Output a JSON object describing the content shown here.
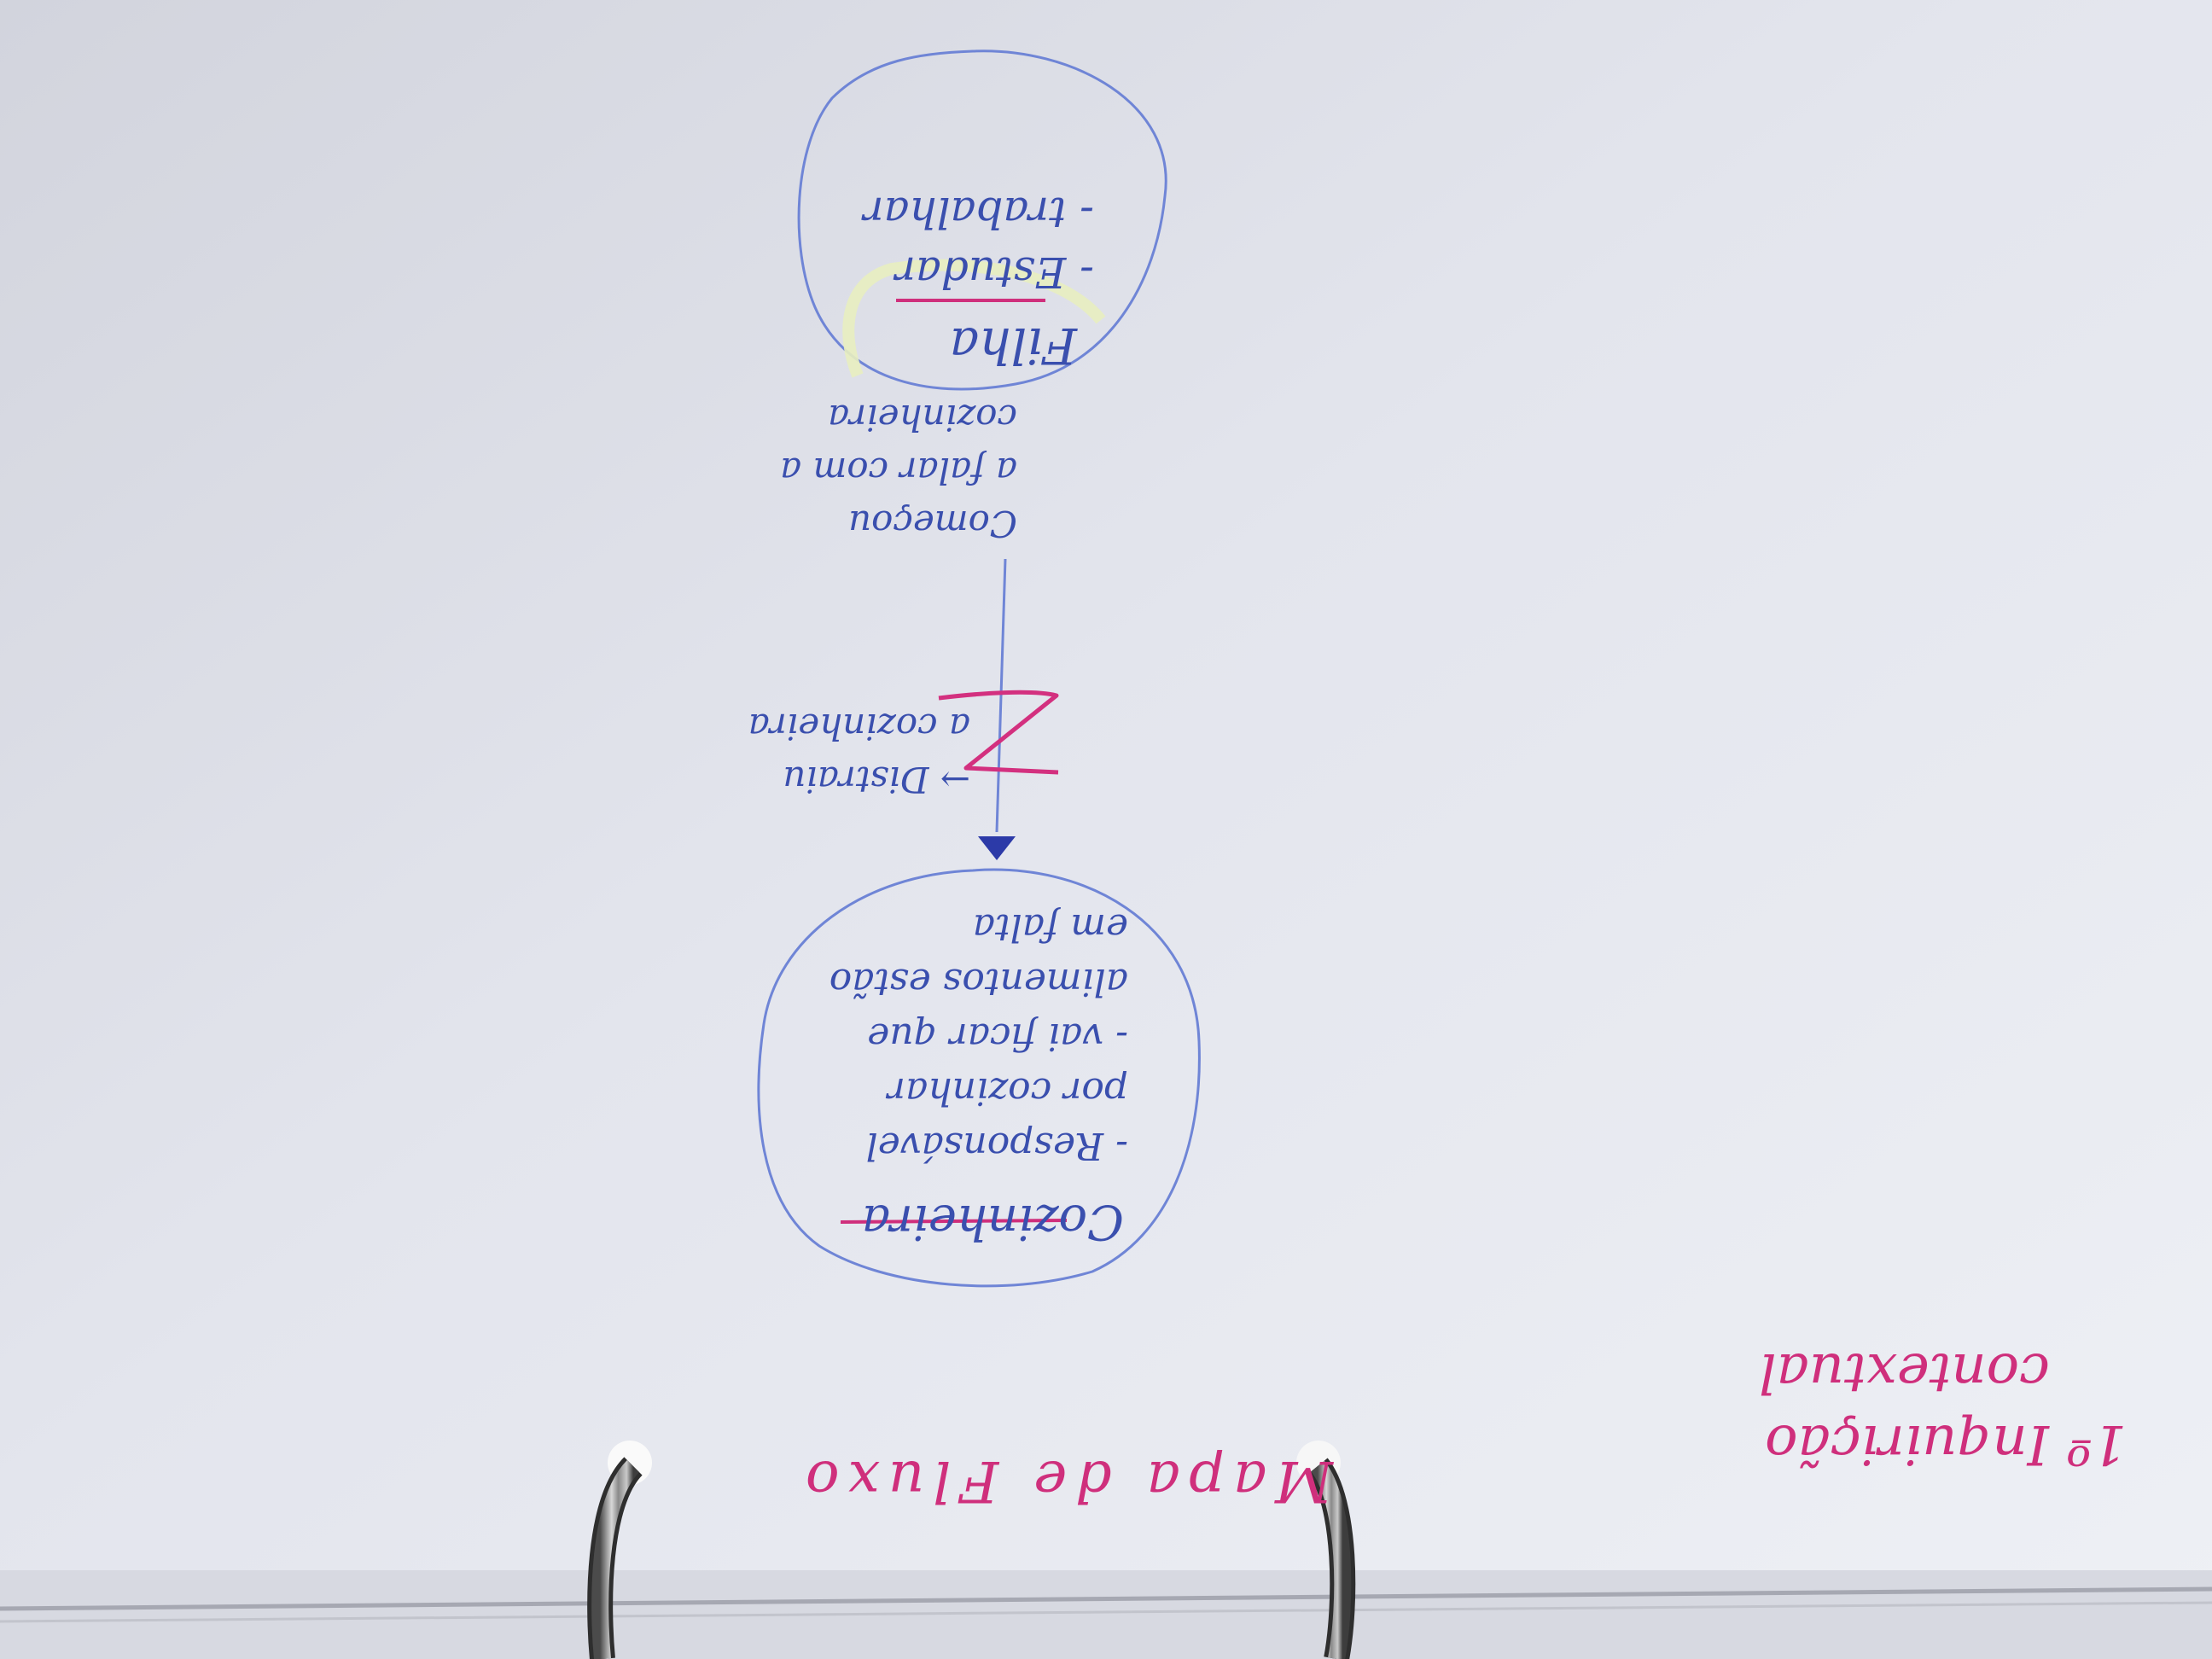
{
  "title": {
    "label": "1º Inquirição contextual",
    "line1": "1º Inquirição",
    "line2": "contextual"
  },
  "map_title": "Mapa de Fluxo",
  "nodes": {
    "top": {
      "heading": "Filha",
      "items": [
        "- Estudar",
        "- trabalhar"
      ]
    },
    "bottom": {
      "heading": "Cozinheira",
      "lines": [
        "- Responsável",
        "por cozinhar",
        "- vai ficar que",
        "alimentos estão",
        "em falta"
      ]
    }
  },
  "flow": {
    "label_lines": [
      "Começou",
      "a falar com a",
      "cozinheira"
    ],
    "breakdown_symbol": "Z",
    "breakdown_lines": [
      "→ Distraiu",
      "a cozinheira"
    ]
  },
  "colors": {
    "paper": "#e4e6ee",
    "ink_blue": "#3a4fae",
    "ink_pink": "#cf2f7c",
    "highlight": "#e8eec0"
  }
}
